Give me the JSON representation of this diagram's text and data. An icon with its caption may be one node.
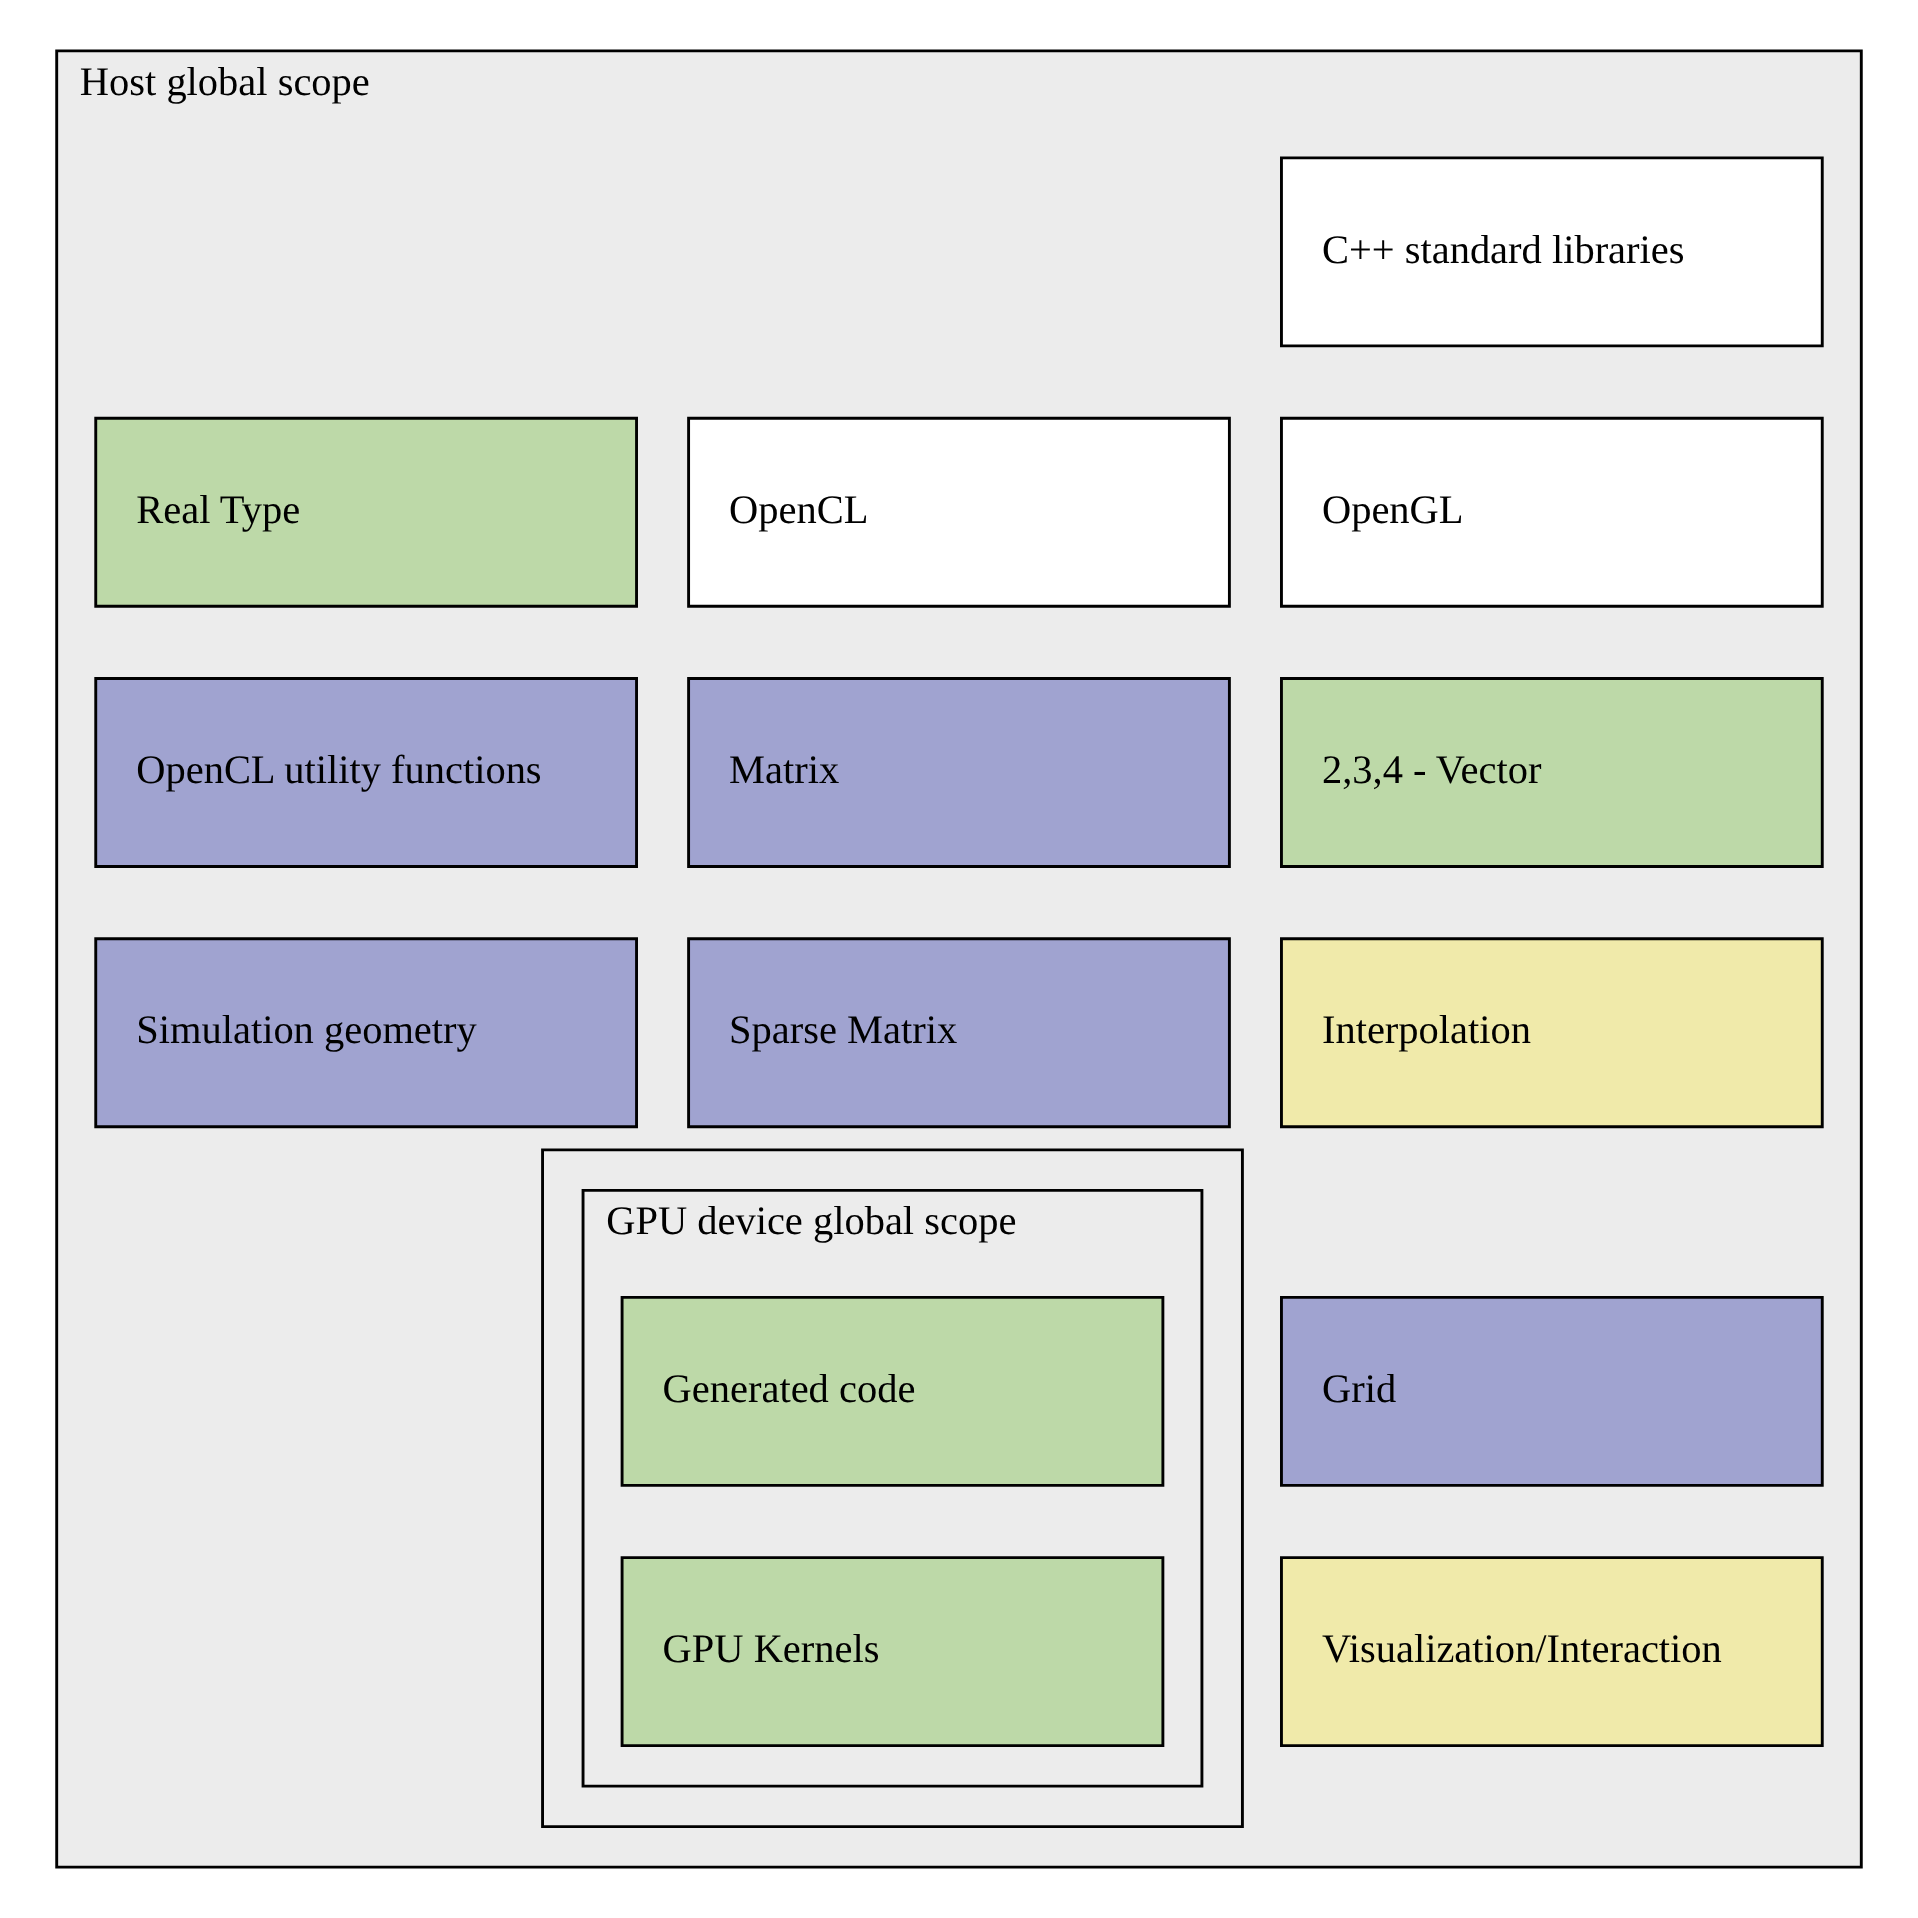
{
  "diagram": {
    "nodes": [
      {
        "text": [
          "Host global scope"
        ]
      },
      {
        "text": [
          "C++ standard libraries"
        ],
        "in": 0
      },
      {
        "text": [
          "OpenGL"
        ],
        "in": 0
      },
      {
        "text": [
          "OpenCL"
        ],
        "in": 0
      },
      {
        "text": [
          "Real Type"
        ],
        "in": 0
      },
      {
        "text": [
          "2,3,4 - Vector"
        ],
        "in": 0
      },
      {
        "text": [
          "Matrix"
        ],
        "in": 0
      },
      {
        "text": [
          "OpenCL utility functions"
        ],
        "in": 0
      },
      {
        "text": [
          "Interpolation"
        ],
        "in": 0
      },
      {
        "text": [
          "Sparse Matrix"
        ],
        "in": 0
      },
      {
        "text": [
          "Simulation geometry"
        ],
        "in": 0
      },
      {
        "text": [
          "Grid"
        ],
        "in": 0
      },
      {
        "text": [],
        "shape": "box",
        "in": 0
      },
      {
        "text": [
          "GPU device global scope"
        ],
        "in": 12
      },
      {
        "text": [
          "Generated code"
        ],
        "in": 13
      },
      {
        "text": [
          "GPU Kernels"
        ],
        "in": 13
      },
      {
        "text": [
          "Visualization/Interaction"
        ],
        "in": 0
      }
    ],
    "edges": []
  }
}
